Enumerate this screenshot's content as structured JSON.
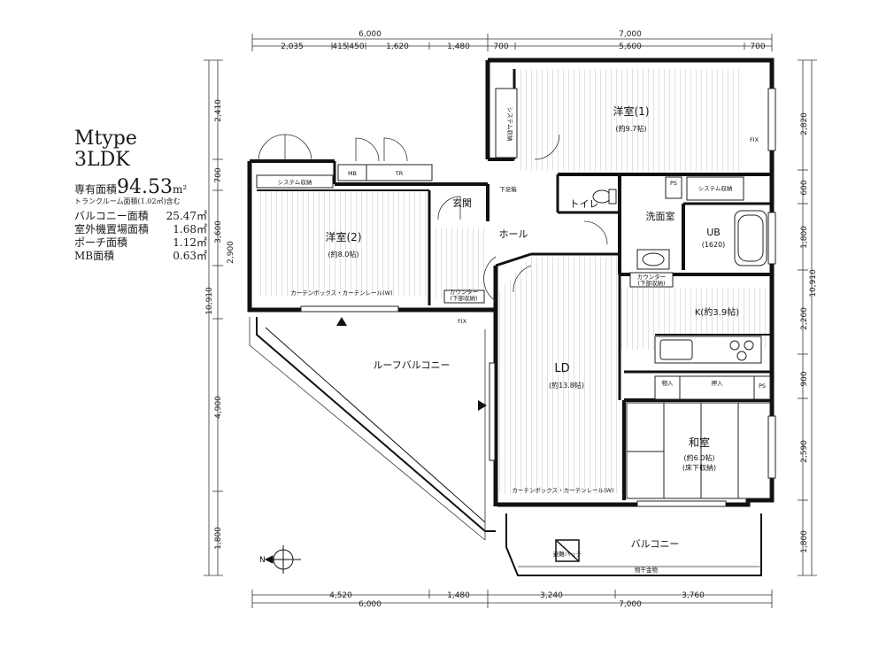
{
  "unit_info": {
    "type_name": "Mtype",
    "layout": "3LDK",
    "exclusive_label": "専有面積",
    "exclusive_value": "94.53",
    "exclusive_unit": "m²",
    "trunk_note": "トランクルーム面積(1.02㎡)含む",
    "areas": [
      {
        "label": "バルコニー面積",
        "value": "25.47㎡"
      },
      {
        "label": "室外機置場面積",
        "value": "1.68㎡"
      },
      {
        "label": "ポーチ面積",
        "value": "1.12㎡"
      },
      {
        "label": "MB面積",
        "value": "0.63㎡"
      }
    ]
  },
  "rooms": {
    "western1": {
      "name": "洋室(1)",
      "size": "(約9.7帖)"
    },
    "western2": {
      "name": "洋室(2)",
      "size": "(約8.0帖)"
    },
    "ld": {
      "name": "LD",
      "size": "(約13.8帖)"
    },
    "kitchen": {
      "name": "K(約3.9帖)"
    },
    "japanese": {
      "name": "和室",
      "size": "(約6.0帖)",
      "note": "(床下収納)"
    },
    "hall": "ホール",
    "entrance": "玄関",
    "washroom": "洗面室",
    "toilet": "トイレ",
    "ub": {
      "name": "UB",
      "size": "(1620)"
    },
    "roof_balcony": "ルーフバルコニー",
    "balcony": "バルコニー"
  },
  "labels": {
    "system_storage": "システム収納",
    "mb": "MB",
    "tr": "TR",
    "shoe_storage": "下足箱",
    "curtain_box": "カーテンボックス・カーテンレール(W)",
    "counter": "カウンター",
    "counter_lower": "(下部収納)",
    "ps": "PS",
    "oshiire": "押入",
    "mono": "物入",
    "fix": "FIX",
    "drying_hardware": "物干金物",
    "evac_hatch": "避難ハッチ",
    "compass": "N"
  },
  "dimensions": {
    "top_total_left": "6,000",
    "top_total_right": "7,000",
    "top_segments": [
      "2,035",
      "415",
      "450",
      "1,620",
      "1,480",
      "700",
      "5,600",
      "700"
    ],
    "bottom_segments": [
      "4,520",
      "1,480",
      "3,240",
      "3,760"
    ],
    "bottom_total_left": "6,000",
    "bottom_total_right": "7,000",
    "left_segments": [
      "2,410",
      "700",
      "3,600",
      "2,900",
      "4,900",
      "1,800"
    ],
    "left_total": "10,910",
    "right_segments": [
      "2,820",
      "600",
      "1,800",
      "2,200",
      "900",
      "2,590",
      "1,800"
    ],
    "right_total": "10,910"
  }
}
